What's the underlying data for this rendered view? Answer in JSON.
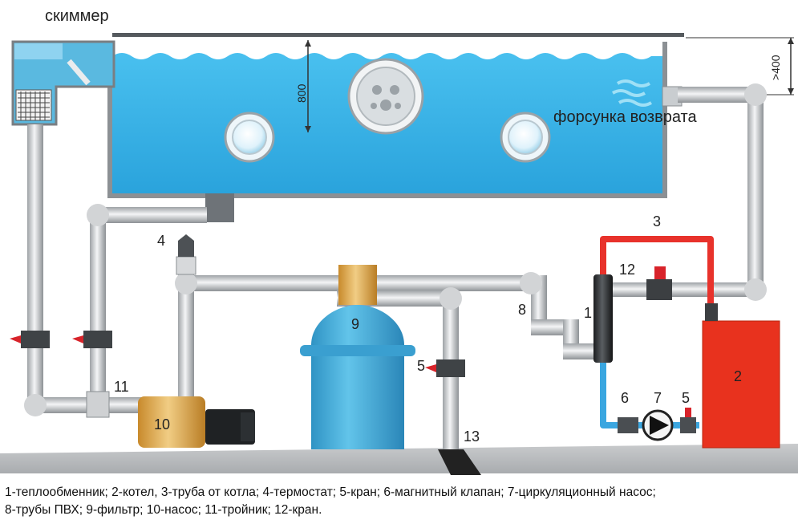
{
  "labels": {
    "skimmer": "скиммер",
    "nozzle": "форсунка возврата",
    "depth": "800",
    "height": ">400",
    "n1": "1",
    "n2": "2",
    "n3": "3",
    "n4": "4",
    "n5a": "5",
    "n5b": "5",
    "n6": "6",
    "n7": "7",
    "n8": "8",
    "n9": "9",
    "n10": "10",
    "n11": "11",
    "n12": "12",
    "n13": "13"
  },
  "legend": {
    "line1": "1-теплообменник; 2-котел, 3-труба от котла; 4-термостат; 5-кран; 6-магнитный клапан; 7-циркуляционный насос;",
    "line2": "8-трубы ПВХ; 9-фильтр; 10-насос; 11-тройник; 12-кран."
  },
  "colors": {
    "water": "#3fb6e8",
    "pipe": "#d9dadc",
    "hot_pipe": "#e8322b",
    "cold_pipe": "#3aa6e0",
    "boiler": "#e8321e",
    "filter": "#42a9d8",
    "pump": "#e3b15a",
    "valve": "#d8232a"
  }
}
